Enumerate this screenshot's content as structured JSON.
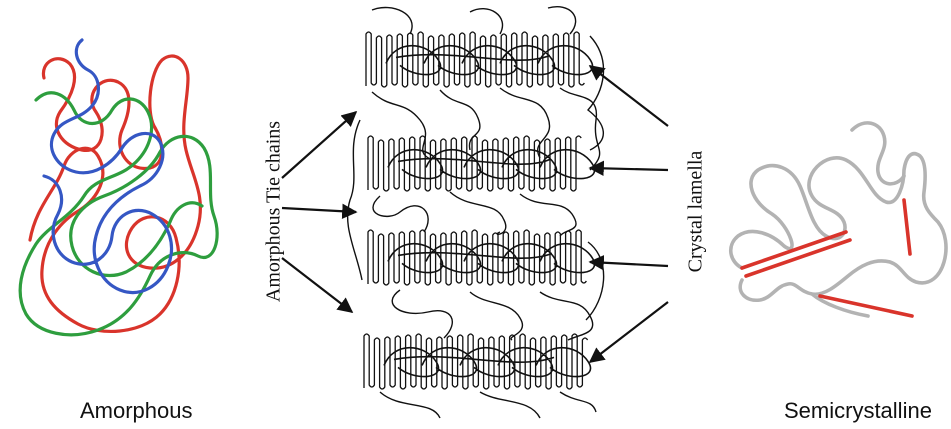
{
  "labels": {
    "amorphous": "Amorphous",
    "semicrystalline": "Semicrystalline",
    "tie_chains": "Amorphous Tie chains",
    "crystal_lamella": "Crystal lamella"
  },
  "colors": {
    "red_chain": "#d9342b",
    "green_chain": "#2e9e3e",
    "blue_chain": "#3557c4",
    "ink": "#111111",
    "gray_chain": "#b3b3b3",
    "crystal_segment": "#d9342b"
  }
}
